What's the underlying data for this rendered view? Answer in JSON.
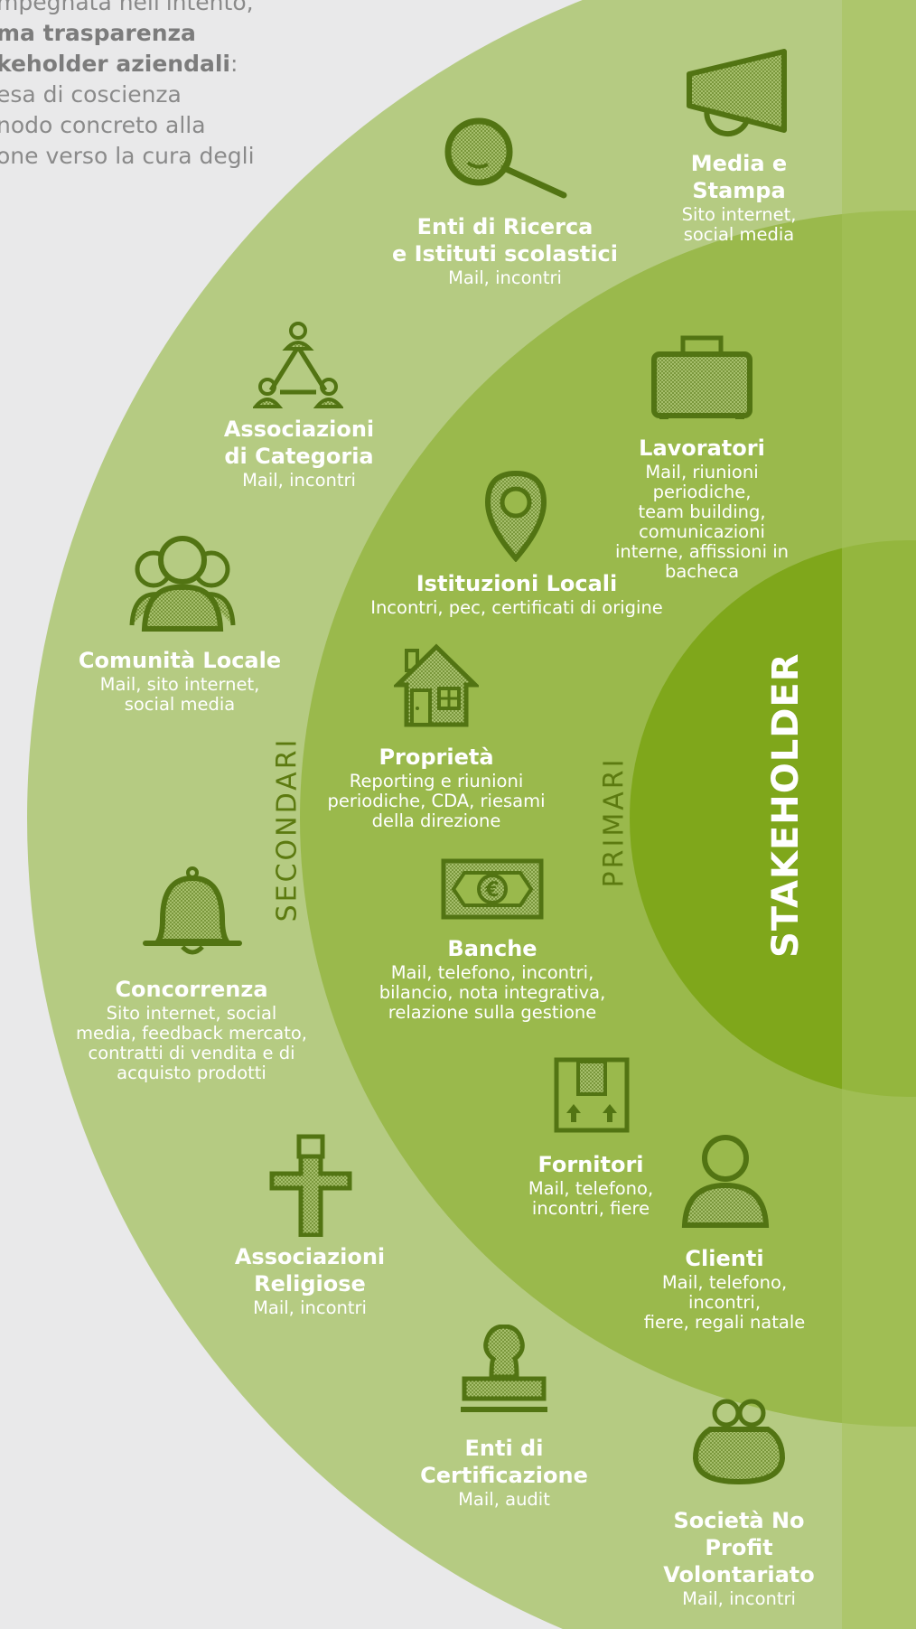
{
  "intro": {
    "line1": "mpegnata nell'intento,",
    "line2_bold": "ma trasparenza",
    "line3_bold": "keholder aziendali",
    "line3_suffix": ":",
    "line4": "esa di coscienza",
    "line5": "nodo concreto alla",
    "line6": "one verso la cura degli"
  },
  "center_label": "STAKEHOLDER",
  "ring_labels": {
    "primary": "PRIMARI",
    "secondary": "SECONDARI"
  },
  "primary_stakeholders": [
    {
      "id": "lavoratori",
      "icon": "briefcase-icon",
      "title": "Lavoratori",
      "channels": "Mail, riunioni periodiche,\nteam building, comunicazioni\ninterne, affissioni in bacheca"
    },
    {
      "id": "istituzioni",
      "icon": "location-pin-icon",
      "title": "Istituzioni Locali",
      "channels": "Incontri, pec, certificati di origine"
    },
    {
      "id": "proprieta",
      "icon": "house-icon",
      "title": "Proprietà",
      "channels": "Reporting e riunioni\nperiodiche, CDA, riesami\ndella direzione"
    },
    {
      "id": "banche",
      "icon": "banknote-euro-icon",
      "title": "Banche",
      "channels": "Mail, telefono, incontri,\nbilancio, nota integrativa,\nrelazione sulla gestione"
    },
    {
      "id": "fornitori",
      "icon": "package-box-icon",
      "title": "Fornitori",
      "channels": "Mail, telefono,\nincontri, fiere"
    },
    {
      "id": "clienti",
      "icon": "person-icon",
      "title": "Clienti",
      "channels": "Mail, telefono, incontri,\nfiere, regali natale"
    }
  ],
  "secondary_stakeholders": [
    {
      "id": "media",
      "icon": "megaphone-icon",
      "title": "Media e\nStampa",
      "channels": "Sito internet,\nsocial media"
    },
    {
      "id": "ricerca",
      "icon": "magnifier-icon",
      "title": "Enti di Ricerca\ne Istituti scolastici",
      "channels": "Mail, incontri"
    },
    {
      "id": "categoria",
      "icon": "network-triangle-icon",
      "title": "Associazioni\ndi Categoria",
      "channels": "Mail, incontri"
    },
    {
      "id": "comunita",
      "icon": "group-people-icon",
      "title": "Comunità Locale",
      "channels": "Mail, sito internet,\nsocial media"
    },
    {
      "id": "concorrenza",
      "icon": "bell-icon",
      "title": "Concorrenza",
      "channels": "Sito internet, social\nmedia, feedback mercato,\ncontratti di vendita e di\nacquisto prodotti"
    },
    {
      "id": "religiose",
      "icon": "cross-icon",
      "title": "Associazioni\nReligiose",
      "channels": "Mail, incontri"
    },
    {
      "id": "certificazione",
      "icon": "stamp-icon",
      "title": "Enti di\nCertificazione",
      "channels": "Mail, audit"
    },
    {
      "id": "noprofit",
      "icon": "coin-purse-icon",
      "title": "Società No Profit\nVolontariato",
      "channels": "Mail, incontri"
    }
  ],
  "colors": {
    "background": "#e9e9ea",
    "outer_ring": "#b5cb82",
    "middle_ring": "#9ab94c",
    "inner_circle": "#7fa71b",
    "icon_stroke": "#527413",
    "label_text": "#5c7a10",
    "white_text": "#ffffff"
  }
}
